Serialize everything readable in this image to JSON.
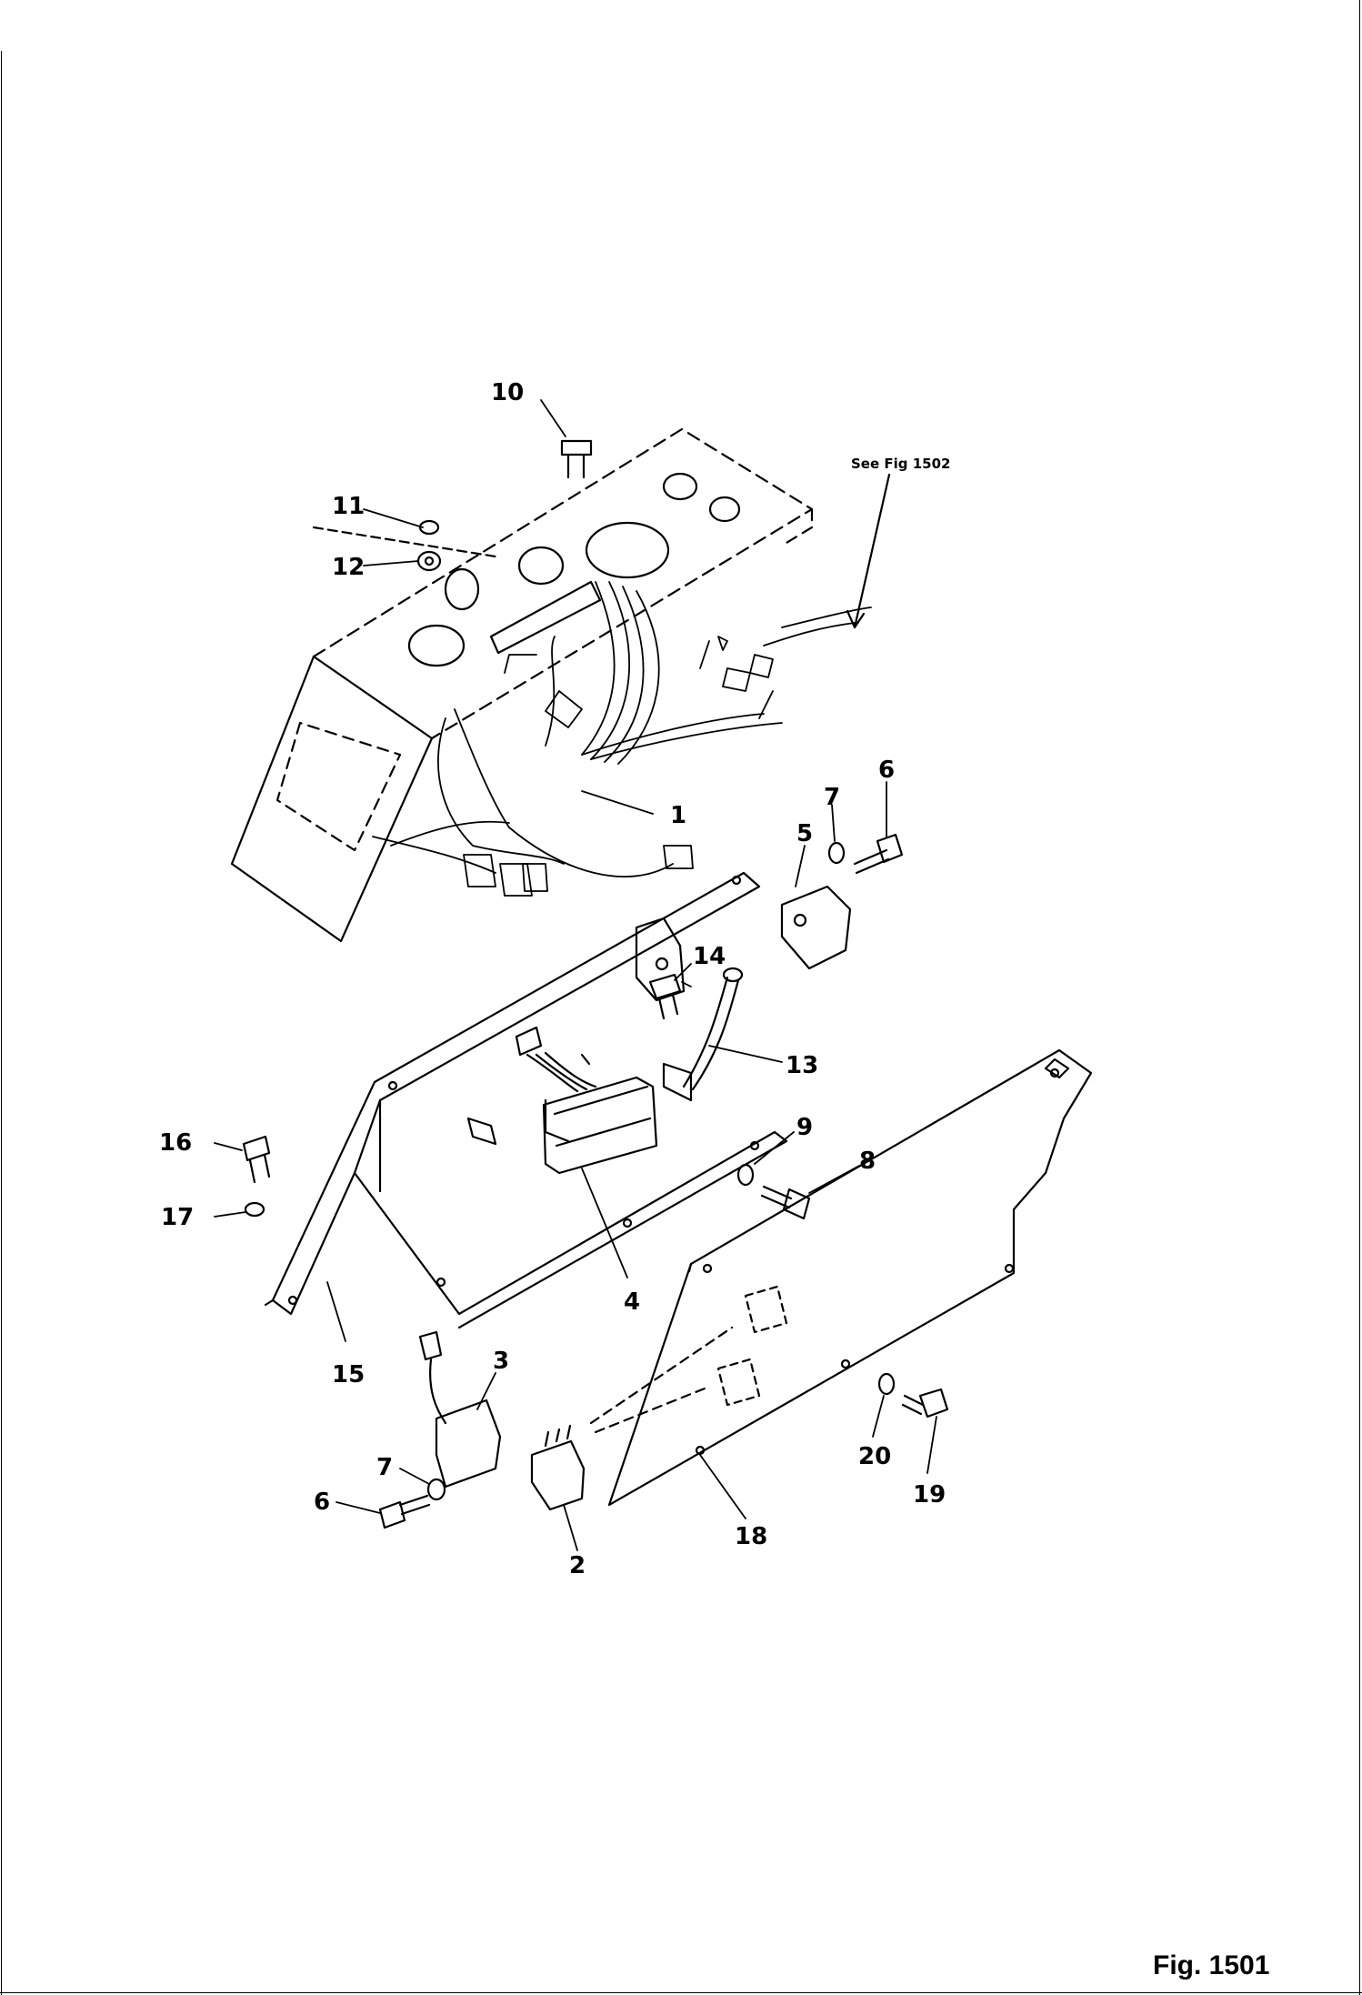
{
  "figure": {
    "label": "Fig. 1501",
    "reference_note": "See Fig 1502"
  },
  "callouts": [
    {
      "id": "10",
      "text": "10"
    },
    {
      "id": "11",
      "text": "11"
    },
    {
      "id": "12",
      "text": "12"
    },
    {
      "id": "1",
      "text": "1"
    },
    {
      "id": "5",
      "text": "5"
    },
    {
      "id": "7a",
      "text": "7"
    },
    {
      "id": "6a",
      "text": "6"
    },
    {
      "id": "14",
      "text": "14"
    },
    {
      "id": "13",
      "text": "13"
    },
    {
      "id": "16",
      "text": "16"
    },
    {
      "id": "17",
      "text": "17"
    },
    {
      "id": "9",
      "text": "9"
    },
    {
      "id": "8",
      "text": "8"
    },
    {
      "id": "4",
      "text": "4"
    },
    {
      "id": "15",
      "text": "15"
    },
    {
      "id": "3",
      "text": "3"
    },
    {
      "id": "7b",
      "text": "7"
    },
    {
      "id": "6b",
      "text": "6"
    },
    {
      "id": "2",
      "text": "2"
    },
    {
      "id": "20",
      "text": "20"
    },
    {
      "id": "19",
      "text": "19"
    },
    {
      "id": "18",
      "text": "18"
    }
  ]
}
